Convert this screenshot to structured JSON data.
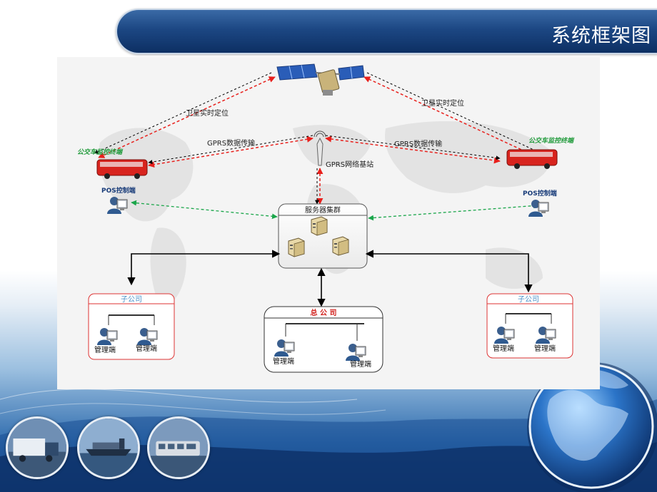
{
  "slide": {
    "title": "系统框架图"
  },
  "diagram": {
    "satellite_label_left": "卫星实时定位",
    "satellite_label_right": "卫星实时定位",
    "gprs_label_left": "GPRS数据传输",
    "gprs_label_right": "GPRS数据传输",
    "base_station_label": "GPRS网络基站",
    "bus_label_left": "公交车监控终端",
    "bus_label_right": "公交车监控终端",
    "pos_label_left": "POS控制端",
    "pos_label_right": "POS控制端",
    "server_cluster_label": "服务器集群",
    "subsidiary_left": {
      "title": "子公司",
      "terminal_1": "管理端",
      "terminal_2": "管理端"
    },
    "headquarters": {
      "title": "总 公 司",
      "terminal_1": "管理端",
      "terminal_2": "管理端"
    },
    "subsidiary_right": {
      "title": "子公司",
      "terminal_1": "管理端",
      "terminal_2": "管理端"
    }
  },
  "colors": {
    "title_bar": "#1c4783",
    "red_link": "#e8201c",
    "green_link": "#1aa64a",
    "black_link": "#000000",
    "bus_label": "#1f9a3a",
    "subsidiary_title": "#4a90c8",
    "headquarters_title": "#d0201c"
  },
  "icons": [
    "satellite-icon",
    "antenna-icon",
    "bus-icon",
    "user-pc-icon",
    "server-icon",
    "globe-icon"
  ]
}
